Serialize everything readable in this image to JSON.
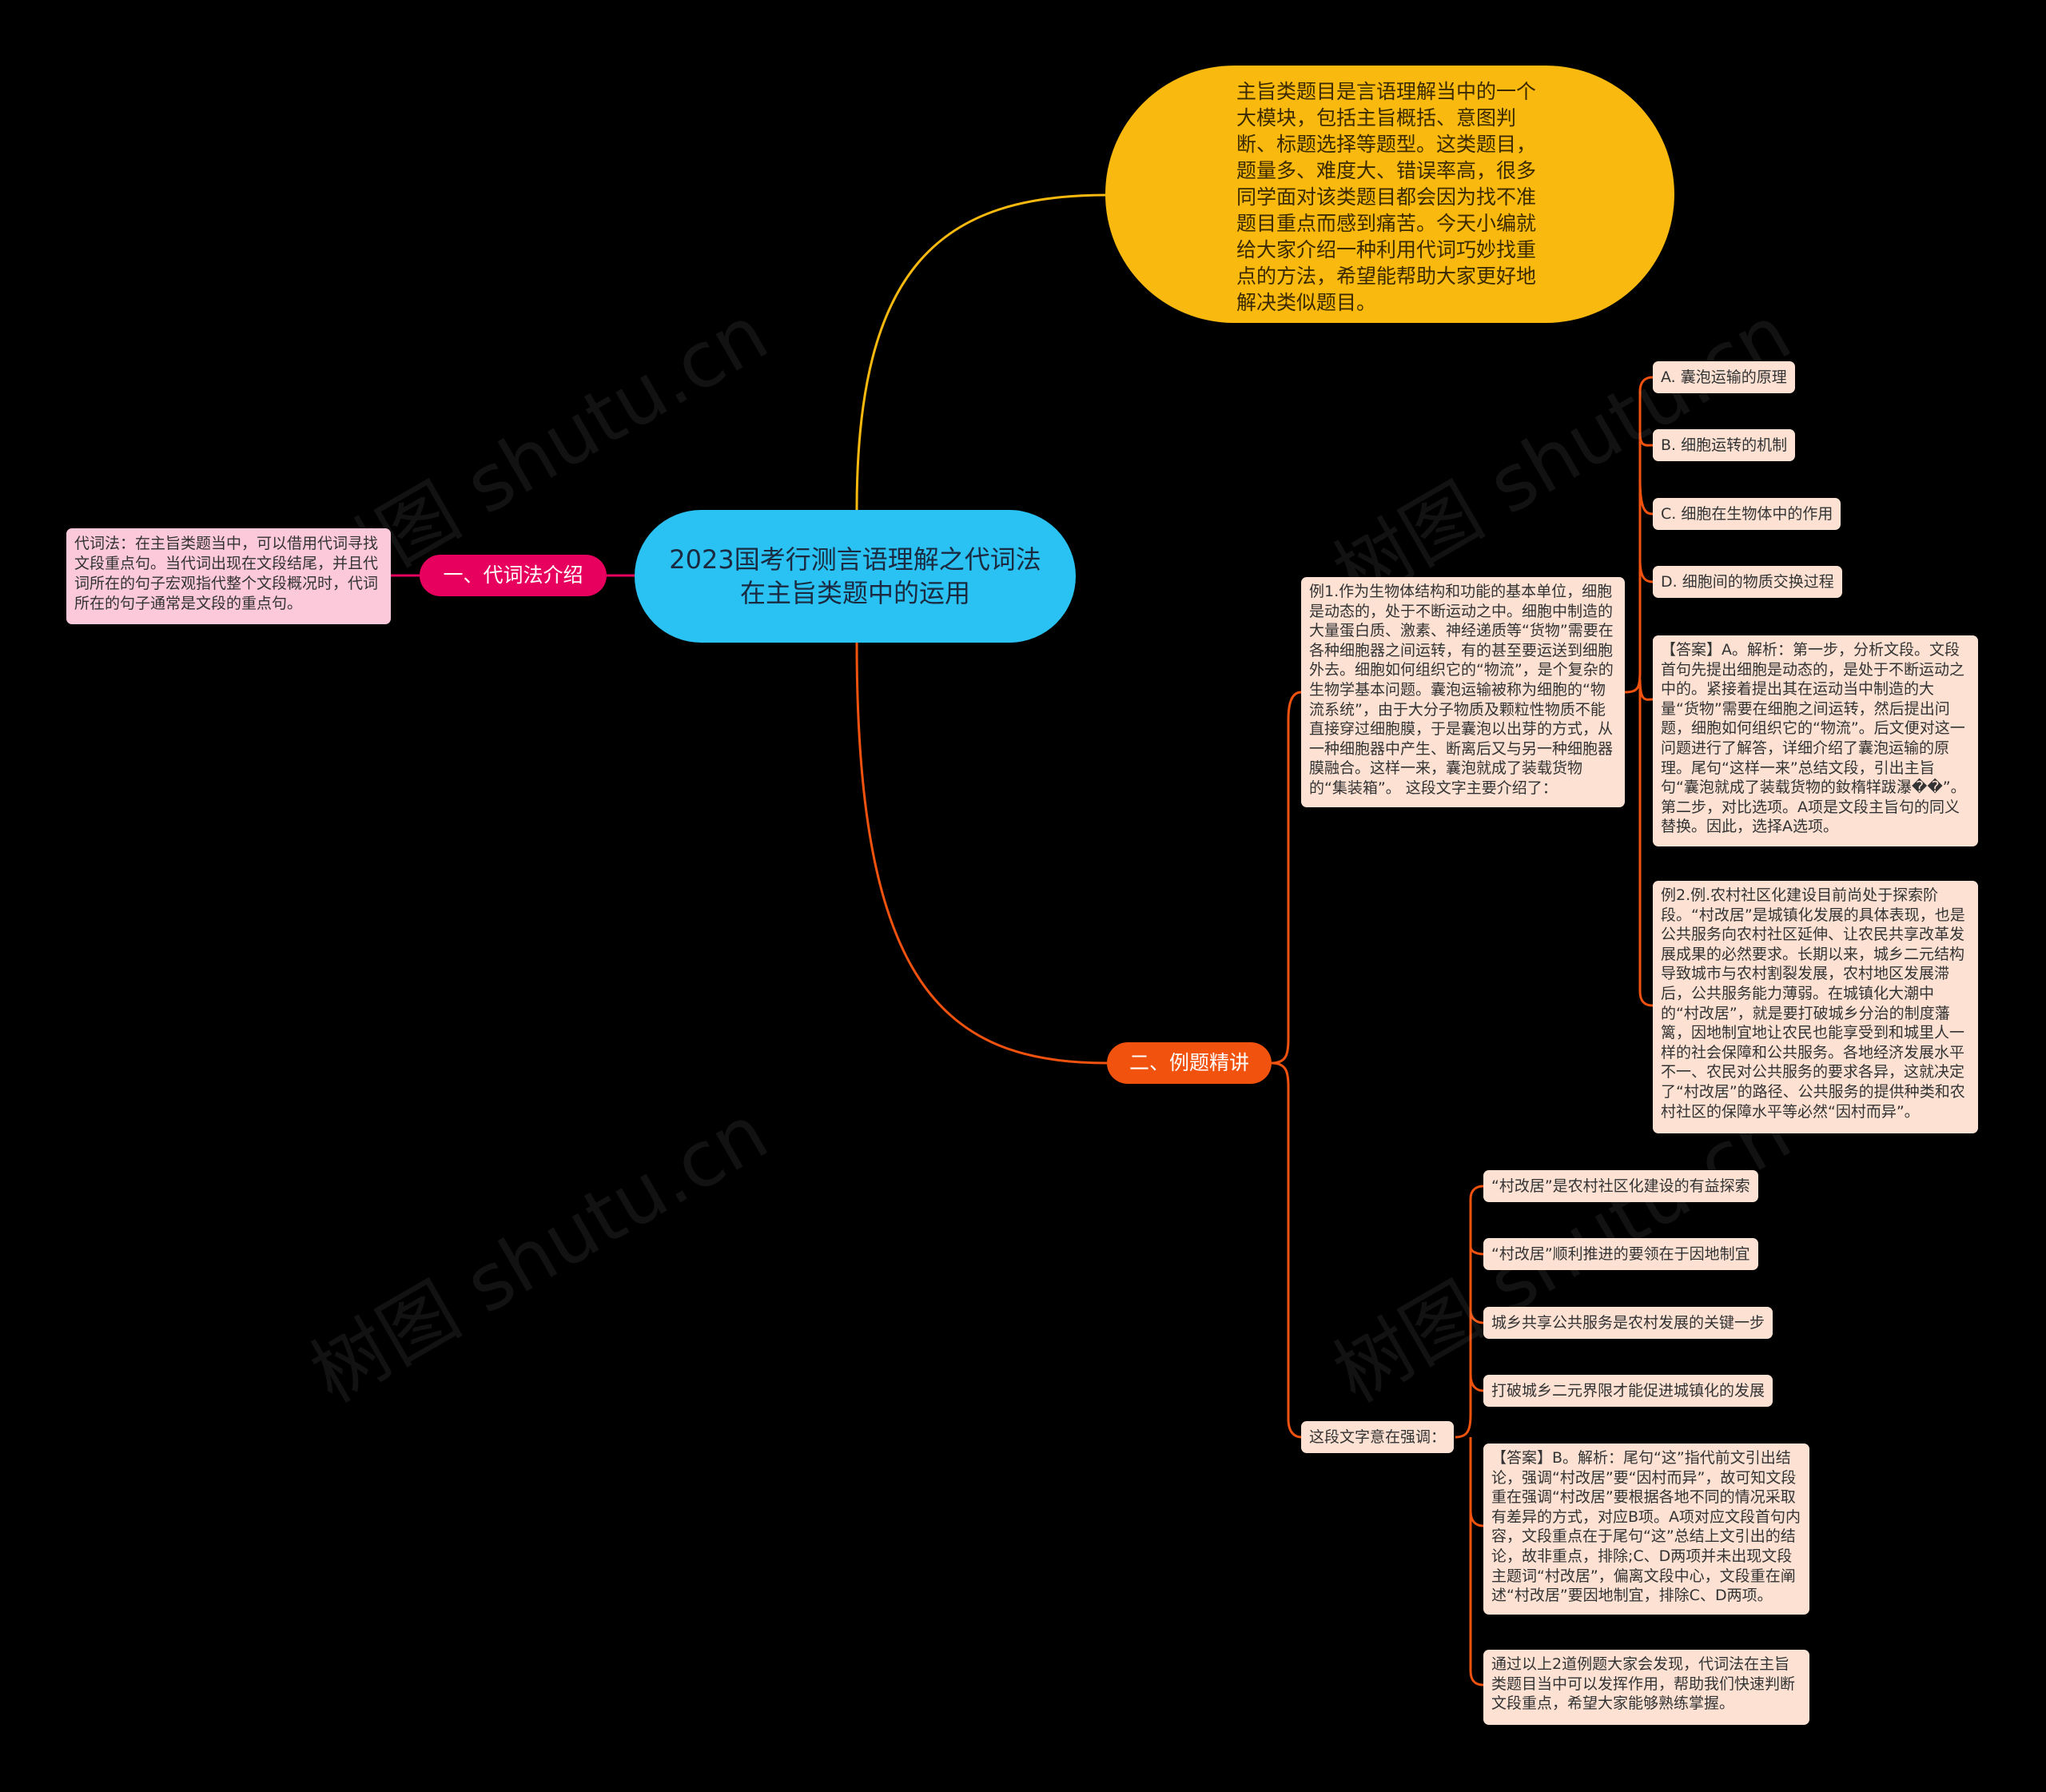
{
  "root": {
    "title": "2023国考行测言语理解之代词法在主旨类题中的运用"
  },
  "intro": {
    "text": "主旨类题目是言语理解当中的一个大模块，包括主旨概括、意图判断、标题选择等题型。这类题目，题量多、难度大、错误率高，很多同学面对该类题目都会因为找不准题目重点而感到痛苦。今天小编就给大家介绍一种利用代词巧妙找重点的方法，希望能帮助大家更好地解决类似题目。"
  },
  "branch1": {
    "label": "一、代词法介绍",
    "detail": "代词法：在主旨类题当中，可以借用代词寻找文段重点句。当代词出现在文段结尾，并且代词所在的句子宏观指代整个文段概况时，代词所在的句子通常是文段的重点句。"
  },
  "branch2": {
    "label": "二、例题精讲",
    "example1": {
      "question": "例1.作为生物体结构和功能的基本单位，细胞是动态的，处于不断运动之中。细胞中制造的大量蛋白质、激素、神经递质等“货物”需要在各种细胞器之间运转，有的甚至要运送到细胞外去。细胞如何组织它的“物流”，是个复杂的生物学基本问题。囊泡运输被称为细胞的“物流系统”，由于大分子物质及颗粒性物质不能直接穿过细胞膜，于是囊泡以出芽的方式，从一种细胞器中产生、断离后又与另一种细胞器膜融合。这样一来，囊泡就成了装载货物的“集装箱”。 这段文字主要介绍了：",
      "options": [
        "A. 囊泡运输的原理",
        "B. 细胞运转的机制",
        "C. 细胞在生物体中的作用",
        "D. 细胞间的物质交换过程"
      ],
      "answer": "【答案】A。解析：第一步，分析文段。文段首句先提出细胞是动态的，是处于不断运动之中的。紧接着提出其在运动当中制造的大量“货物”需要在细胞之间运转，然后提出问题，细胞如何组织它的“物流”。后文便对这一问题进行了解答，详细介绍了囊泡运输的原理。尾句“这样一来”总结文段，引出主旨句“囊泡就成了装载货物的釹楕䍧跋瀑��”。第二步，对比选项。A项是文段主旨句的同义替换。因此，选择A选项。",
      "next_example": "例2.例.农村社区化建设目前尚处于探索阶段。“村改居”是城镇化发展的具体表现，也是公共服务向农村社区延伸、让农民共享改革发展成果的必然要求。长期以来，城乡二元结构导致城市与农村割裂发展，农村地区发展滞后，公共服务能力薄弱。在城镇化大潮中的“村改居”，就是要打破城乡分治的制度藩篱，因地制宜地让农民也能享受到和城里人一样的社会保障和公共服务。各地经济发展水平不一、农民对公共服务的要求各异，这就决定了“村改居”的路径、公共服务的提供种类和农村社区的保障水平等必然“因村而异”。"
    },
    "example2": {
      "question": "这段文字意在强调：",
      "options": [
        "“村改居”是农村社区化建设的有益探索",
        "“村改居”顺利推进的要领在于因地制宜",
        "城乡共享公共服务是农村发展的关键一步",
        "打破城乡二元界限才能促进城镇化的发展"
      ],
      "answer": "【答案】B。解析：尾句“这”指代前文引出结论，强调“村改居”要“因村而异”，故可知文段重在强调“村改居”要根据各地不同的情况采取有差异的方式，对应B项。A项对应文段首句内容，文段重点在于尾句“这”总结上文引出的结论，故非重点，排除;C、D两项并未出现文段主题词“村改居”，偏离文段中心，文段重在阐述“村改居”要因地制宜，排除C、D两项。",
      "summary": "通过以上2道例题大家会发现，代词法在主旨类题目当中可以发挥作用，帮助我们快速判断文段重点，希望大家能够熟练掌握。"
    }
  },
  "watermark": {
    "text": "树图 shutu.cn"
  },
  "colors": {
    "background": "#000000",
    "root": "#2AC2F2",
    "intro": "#FAB90E",
    "branch1": "#E8005F",
    "branch2": "#F1520E",
    "pink_box": "#FCC9DA",
    "peach_box": "#FDE2D4",
    "link_intro": "#FAB90E",
    "link_branch1": "#E8005F",
    "link_branch2": "#F1520E"
  }
}
